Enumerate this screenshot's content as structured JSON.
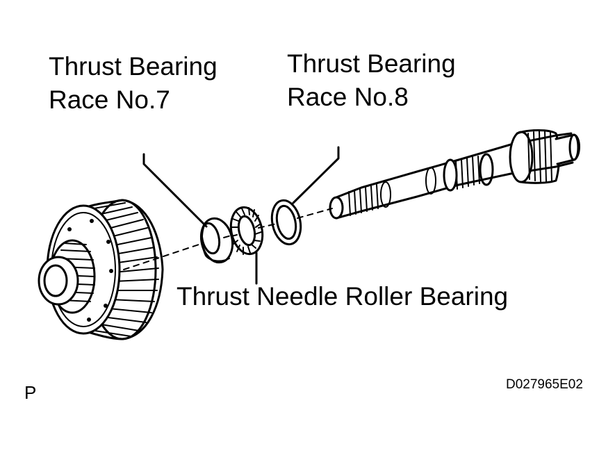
{
  "labels": {
    "race7": [
      "Thrust Bearing",
      "Race No.7"
    ],
    "race8": [
      "Thrust Bearing",
      "Race No.8"
    ],
    "needle_bearing": "Thrust Needle Roller Bearing"
  },
  "figure": {
    "letter": "P",
    "code": "D027965E02"
  }
}
